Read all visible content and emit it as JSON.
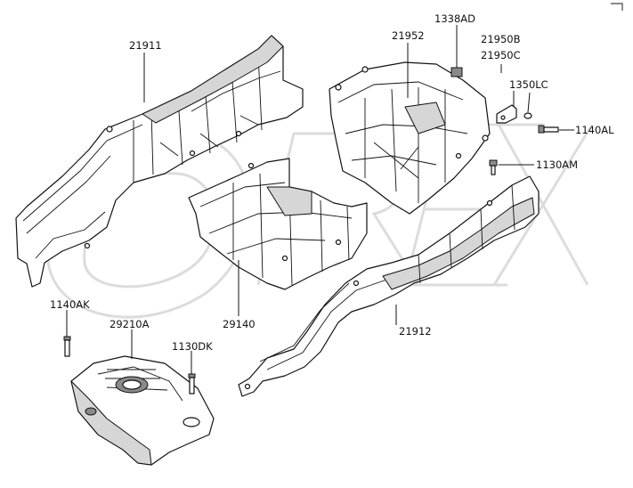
{
  "parts": {
    "p21911": "21911",
    "p21952": "21952",
    "p1338AD": "1338AD",
    "p21950B": "21950B",
    "p21950C": "21950C",
    "p1350LC": "1350LC",
    "p1140AL": "1140AL",
    "p1130AM": "1130AM",
    "p29140": "29140",
    "p21912": "21912",
    "p1140AK": "1140AK",
    "p29210A": "29210A",
    "p1130DK": "1130DK"
  },
  "watermark": "OREX"
}
